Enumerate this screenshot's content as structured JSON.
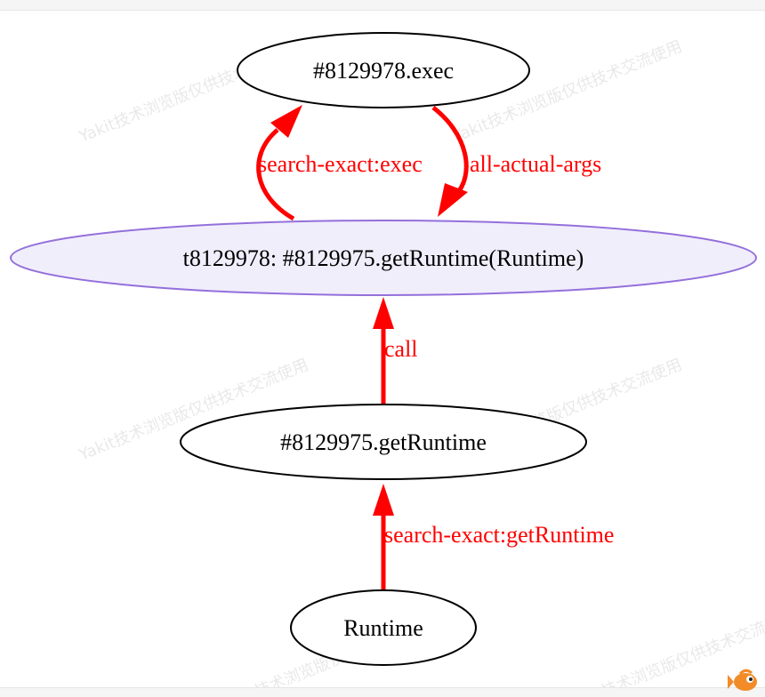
{
  "colors": {
    "edge": "#ff0000",
    "node_stroke": "#000000",
    "highlight_stroke": "#9370db",
    "highlight_fill": "#f1eefc"
  },
  "watermark": {
    "text": "Yakit技术浏览版仅供技术交流使用"
  },
  "graph": {
    "nodes": {
      "exec": {
        "label": "#8129978.exec"
      },
      "call": {
        "label": "t8129978: #8129975.getRuntime(Runtime)"
      },
      "getruntime": {
        "label": "#8129975.getRuntime"
      },
      "runtime": {
        "label": "Runtime"
      }
    },
    "edges": {
      "search_exec": {
        "label": "search-exact:exec"
      },
      "actual_args": {
        "label": "all-actual-args"
      },
      "call": {
        "label": "call"
      },
      "search_getruntime": {
        "label": "search-exact:getRuntime"
      }
    }
  },
  "mascot_icon": "orange-fish-icon"
}
